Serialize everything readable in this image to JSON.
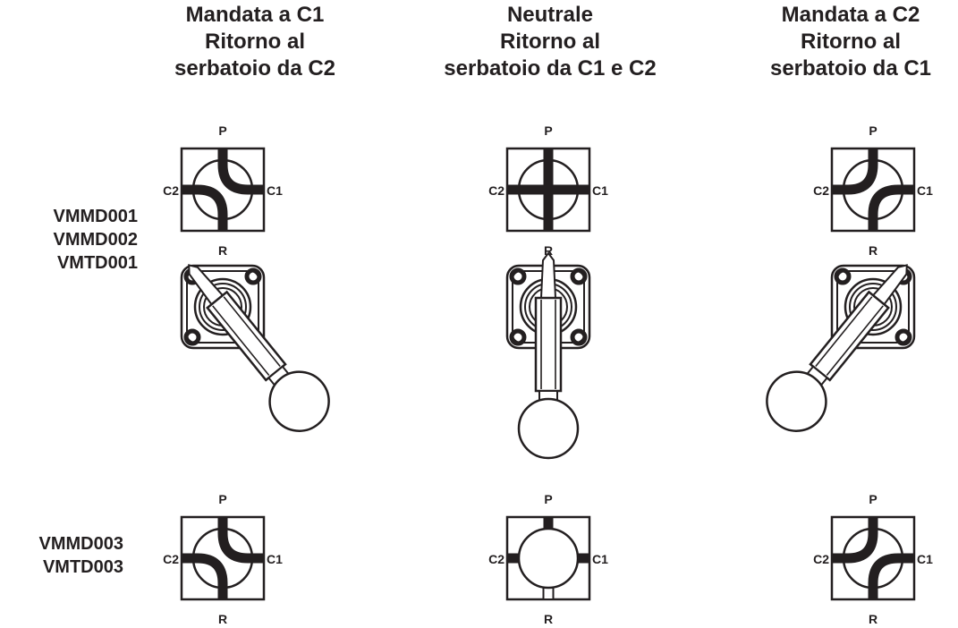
{
  "columns": [
    {
      "line1": "Mandata a C1",
      "line2": "Ritorno al",
      "line3": "serbatoio da C2"
    },
    {
      "line1": "Neutrale",
      "line2": "Ritorno al",
      "line3": "serbatoio da C1 e C2"
    },
    {
      "line1": "Mandata a C2",
      "line2": "Ritorno al",
      "line3": "serbatoio da C1"
    }
  ],
  "rows": [
    {
      "models": [
        "VMMD001",
        "VMMD002",
        "VMTD001"
      ]
    },
    {
      "models": [
        "VMMD003",
        "VMTD003"
      ]
    }
  ],
  "ports": {
    "p": "P",
    "r": "R",
    "c1": "C1",
    "c2": "C2"
  },
  "colors": {
    "ink": "#231f20",
    "background": "#ffffff"
  }
}
